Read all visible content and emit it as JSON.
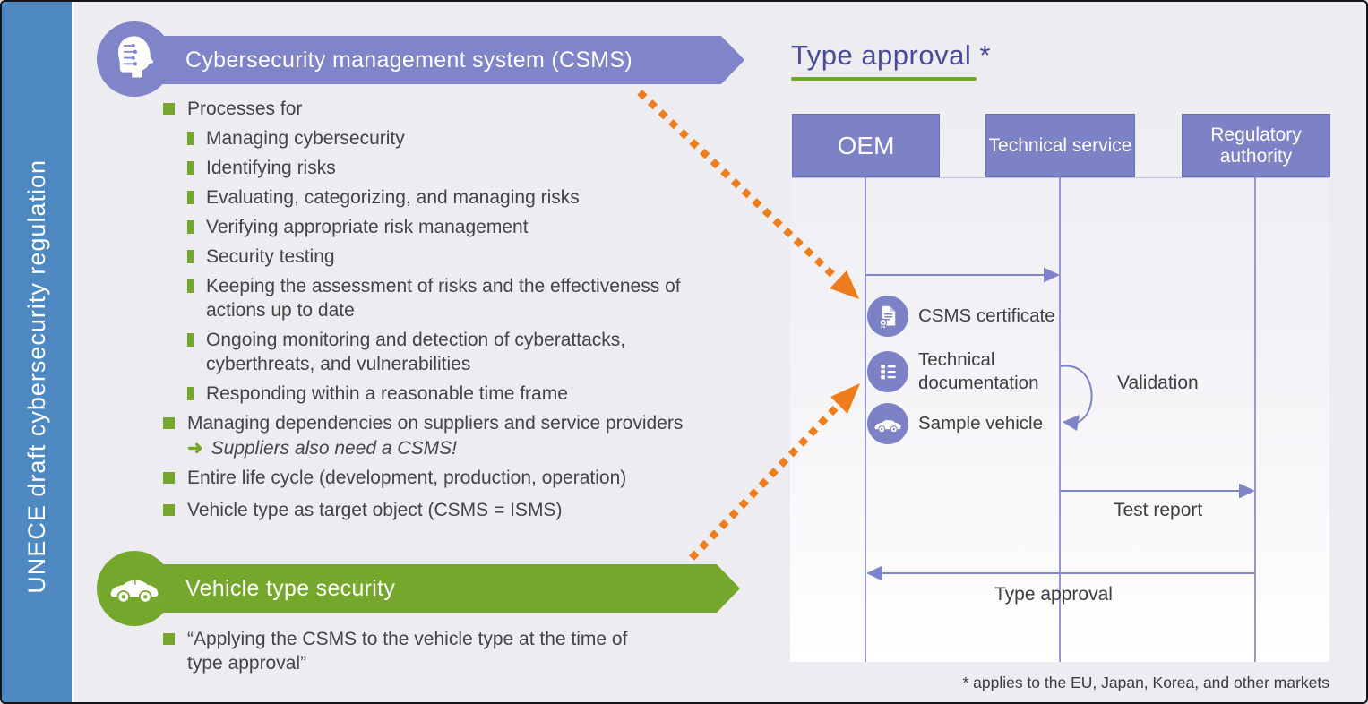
{
  "sidebar": {
    "title": "UNECE draft cybersecurity regulation"
  },
  "csms": {
    "title": "Cybersecurity management system (CSMS)",
    "icon": "cyber-head-icon",
    "bullets": [
      {
        "level": 1,
        "lines": [
          "Processes for"
        ]
      },
      {
        "level": 2,
        "lines": [
          "Managing cybersecurity"
        ]
      },
      {
        "level": 2,
        "lines": [
          "Identifying risks"
        ]
      },
      {
        "level": 2,
        "lines": [
          "Evaluating, categorizing, and managing risks"
        ]
      },
      {
        "level": 2,
        "lines": [
          "Verifying appropriate risk management"
        ]
      },
      {
        "level": 2,
        "lines": [
          "Security testing"
        ]
      },
      {
        "level": 2,
        "lines": [
          "Keeping the assessment of risks and the effectiveness of",
          "actions up to date"
        ]
      },
      {
        "level": 2,
        "lines": [
          "Ongoing monitoring and detection of cyberattacks,",
          "cyberthreats, and vulnerabilities"
        ]
      },
      {
        "level": 2,
        "lines": [
          "Responding within a reasonable time frame"
        ]
      },
      {
        "level": 1,
        "lines": [
          "Managing dependencies on suppliers and service providers"
        ],
        "note": "Suppliers also need a CSMS!"
      },
      {
        "level": 1,
        "lines": [
          "Entire life cycle (development, production, operation)"
        ]
      },
      {
        "level": 1,
        "lines": [
          "Vehicle type as target object (CSMS = ISMS)"
        ],
        "spaced": true
      }
    ]
  },
  "vehicle": {
    "title": "Vehicle type security",
    "icon": "car-icon",
    "bullets": [
      {
        "level": 1,
        "lines": [
          "“Applying the CSMS to the vehicle type at the time of",
          "type approval”"
        ]
      }
    ]
  },
  "diagram": {
    "title": "Type approval *",
    "actors": [
      {
        "label": "OEM"
      },
      {
        "label": "Technical service"
      },
      {
        "label": "Regulatory authority"
      }
    ],
    "deliverables": [
      {
        "icon": "certificate-icon",
        "label": "CSMS certificate"
      },
      {
        "icon": "checklist-icon",
        "label": "Technical documentation"
      },
      {
        "icon": "car-icon",
        "label": "Sample vehicle"
      }
    ],
    "messages": [
      {
        "label": "Validation"
      },
      {
        "label": "Test report"
      },
      {
        "label": "Type approval"
      }
    ],
    "footnote": "* applies to the EU, Japan, Korea, and other markets"
  },
  "colors": {
    "sidebar_blue": "#4e8ac1",
    "banner_purple": "#8084c8",
    "box_purple": "#7d81c6",
    "accent_green": "#76a72d",
    "arrow_orange": "#ee7d1d",
    "heading_indigo": "#4a4a9d"
  }
}
